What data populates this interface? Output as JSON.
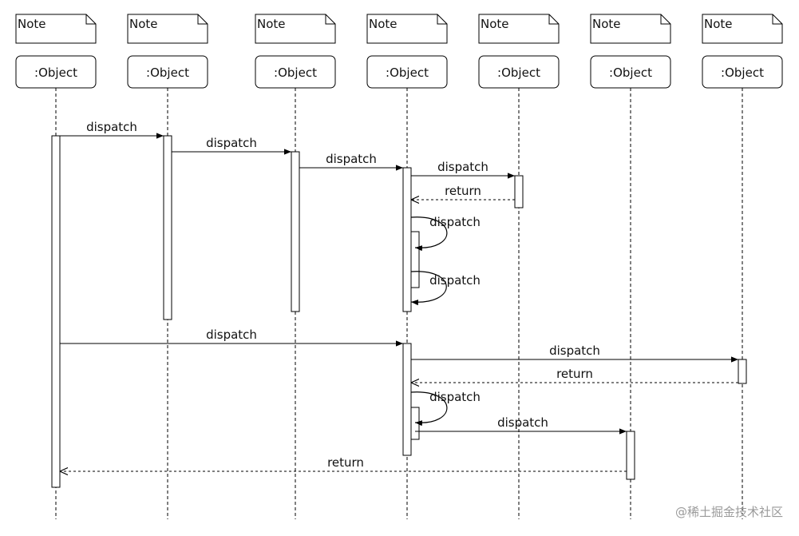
{
  "diagram": {
    "type": "sequence",
    "participants": [
      {
        "note": "Note",
        "name": ":Object"
      },
      {
        "note": "Note",
        "name": ":Object"
      },
      {
        "note": "Note",
        "name": ":Object"
      },
      {
        "note": "Note",
        "name": ":Object"
      },
      {
        "note": "Note",
        "name": ":Object"
      },
      {
        "note": "Note",
        "name": ":Object"
      },
      {
        "note": "Note",
        "name": ":Object"
      }
    ],
    "messages": [
      {
        "from": 0,
        "to": 1,
        "label": "dispatch",
        "kind": "sync"
      },
      {
        "from": 1,
        "to": 2,
        "label": "dispatch",
        "kind": "sync"
      },
      {
        "from": 2,
        "to": 3,
        "label": "dispatch",
        "kind": "sync"
      },
      {
        "from": 3,
        "to": 4,
        "label": "dispatch",
        "kind": "sync"
      },
      {
        "from": 4,
        "to": 3,
        "label": "return",
        "kind": "return"
      },
      {
        "from": 3,
        "to": 3,
        "label": "dispatch",
        "kind": "self"
      },
      {
        "from": 3,
        "to": 3,
        "label": "dispatch",
        "kind": "self"
      },
      {
        "from": 0,
        "to": 3,
        "label": "dispatch",
        "kind": "sync"
      },
      {
        "from": 3,
        "to": 6,
        "label": "dispatch",
        "kind": "sync"
      },
      {
        "from": 6,
        "to": 3,
        "label": "return",
        "kind": "return"
      },
      {
        "from": 3,
        "to": 3,
        "label": "dispatch",
        "kind": "self"
      },
      {
        "from": 3,
        "to": 5,
        "label": "dispatch",
        "kind": "sync"
      },
      {
        "from": 5,
        "to": 0,
        "label": "return",
        "kind": "return"
      }
    ]
  },
  "watermark": "@稀土掘金技术社区",
  "colors": {
    "line": "#000000",
    "text": "#111111",
    "watermark": "#9a9a9a",
    "background": "#ffffff"
  }
}
